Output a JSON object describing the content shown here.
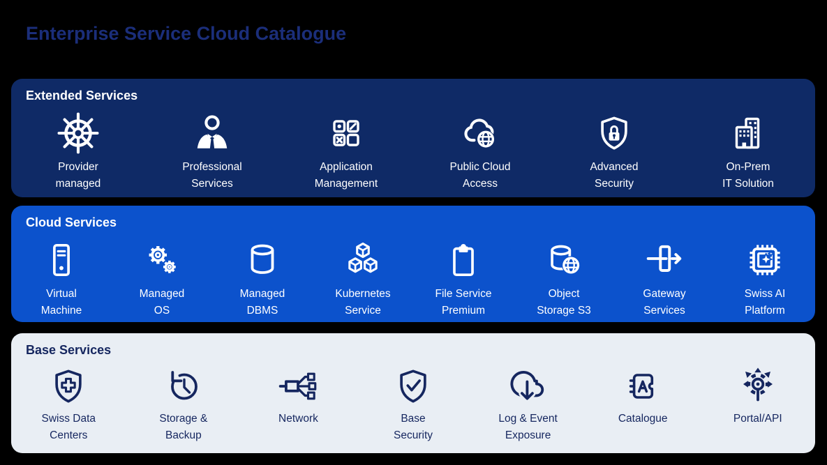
{
  "title": "Enterprise Service Cloud Catalogue",
  "colors": {
    "page_background": "#000000",
    "title_text": "#1b2e7a",
    "extended_band": "#0f2a66",
    "cloud_band": "#0c52cc",
    "base_band": "#e9eef4",
    "band_text_light": "#ffffff",
    "band_text_dark": "#15265f"
  },
  "bands": [
    {
      "header": "Extended Services",
      "items": [
        {
          "icon": "helm-icon",
          "label": "Provider\nmanaged"
        },
        {
          "icon": "consultant-icon",
          "label": "Professional\nServices"
        },
        {
          "icon": "app-grid-icon",
          "label": "Application\nManagement"
        },
        {
          "icon": "cloud-globe-icon",
          "label": "Public Cloud\nAccess"
        },
        {
          "icon": "shield-lock-icon",
          "label": "Advanced\nSecurity"
        },
        {
          "icon": "buildings-icon",
          "label": "On-Prem\nIT Solution"
        }
      ]
    },
    {
      "header": "Cloud Services",
      "items": [
        {
          "icon": "server-icon",
          "label": "Virtual\nMachine"
        },
        {
          "icon": "gears-icon",
          "label": "Managed\nOS"
        },
        {
          "icon": "database-icon",
          "label": "Managed\nDBMS"
        },
        {
          "icon": "cubes-icon",
          "label": "Kubernetes\nService"
        },
        {
          "icon": "clipboard-icon",
          "label": "File Service\nPremium"
        },
        {
          "icon": "storage-globe-icon",
          "label": "Object\nStorage S3"
        },
        {
          "icon": "gateway-icon",
          "label": "Gateway\nServices"
        },
        {
          "icon": "ai-chip-icon",
          "label": "Swiss AI\nPlatform"
        }
      ]
    },
    {
      "header": "Base Services",
      "items": [
        {
          "icon": "shield-cross-icon",
          "label": "Swiss Data\nCenters"
        },
        {
          "icon": "history-icon",
          "label": "Storage &\nBackup"
        },
        {
          "icon": "network-icon",
          "label": "Network"
        },
        {
          "icon": "shield-check-icon",
          "label": "Base\nSecurity"
        },
        {
          "icon": "cloud-download-icon",
          "label": "Log & Event\nExposure"
        },
        {
          "icon": "catalogue-icon",
          "label": "Catalogue"
        },
        {
          "icon": "portal-api-icon",
          "label": "Portal/API"
        }
      ]
    }
  ]
}
